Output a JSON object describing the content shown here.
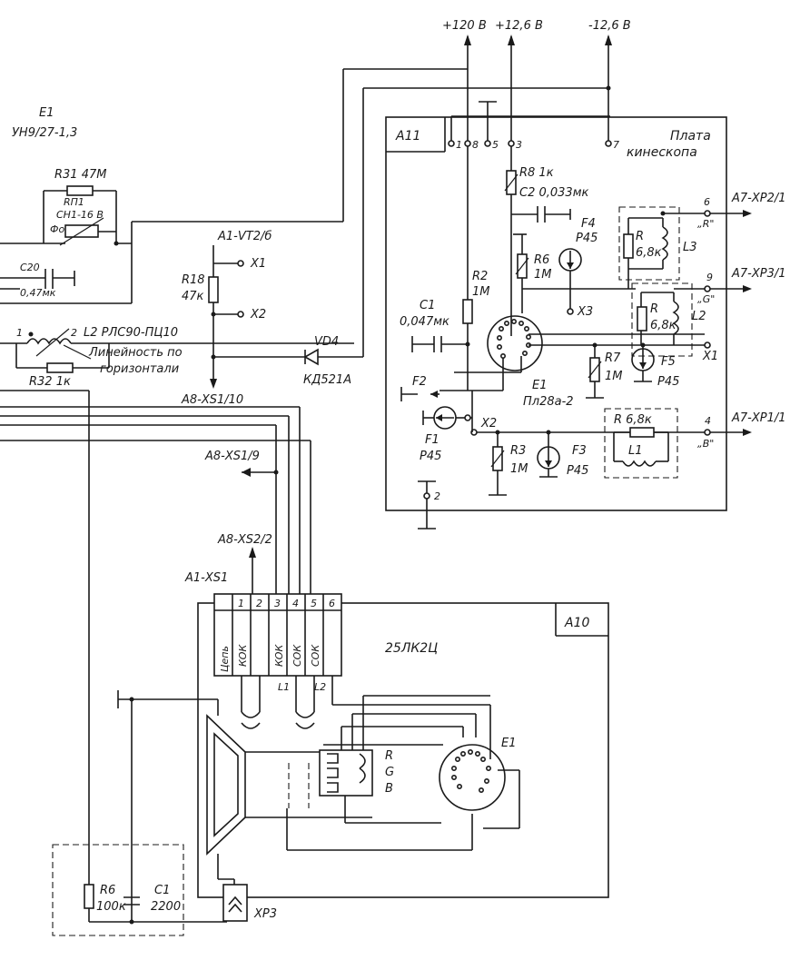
{
  "power": {
    "p120": "+120 В",
    "p12": "+12,6 В",
    "m12": "-12,6 В"
  },
  "left": {
    "e1_name": "E1",
    "e1_type": "УН9/27-1,3",
    "r31": "R31  47М",
    "rp1": "RП1",
    "rp1_type": "СН1-16 В",
    "focus": "Фокус",
    "c20": "С20",
    "c20_val": "0,47мк",
    "l2_pin1": "1",
    "l2_pin2": "2",
    "l2": "L2  РЛС90-ПЦ10",
    "lin1": "Линейность по",
    "lin2": "горизонтали",
    "r32": "R32  1к",
    "a1vt": "А1-VT2/б",
    "x1": "X1",
    "x2": "X2",
    "r18": "R18",
    "r18_val": "47к",
    "a8xs110": "А8-XS1/10",
    "vd4": "VD4",
    "vd4_type": "КД521А",
    "a8xs19": "А8-XS1/9",
    "a8xs22": "А8-XS2/2",
    "a1xs1": "А1-XS1",
    "r6": "R6",
    "r6_val": "100к",
    "c1": "С1",
    "c1_val": "2200",
    "xp3": "XP3"
  },
  "a11": {
    "tag": "А11",
    "title1": "Плата",
    "title2": "кинескопа",
    "pins_top": [
      "1",
      "8",
      "5",
      "3",
      "7"
    ],
    "r8": "R8  1к",
    "c2": "С2  0,033мк",
    "f4": "F4",
    "f4_type": "Р45",
    "r6": "R6",
    "r6_val": "1М",
    "x3": "X3",
    "r2": "R2",
    "r2_val": "1М",
    "c1": "С1",
    "c1_val": "0,047мк",
    "e1": "E1",
    "e1_type": "Пл28а-2",
    "f2": "F2",
    "f1": "F1",
    "f1_type": "Р45",
    "x2": "X2",
    "r3": "R3",
    "r3_val": "1М",
    "f3": "F3",
    "f3_type": "Р45",
    "pin2": "2",
    "r7": "R7",
    "r7_val": "1М",
    "f5": "F5",
    "f5_type": "Р45",
    "x1": "X1",
    "rl3": "R",
    "rl3_val": "6,8к",
    "l3": "L3",
    "rl2": "R",
    "rl2_val": "6,8к",
    "l2": "L2",
    "rl1": "R  6,8к",
    "l1": "L1",
    "out_r_pin": "6",
    "out_r_tag": "„R\"",
    "out_r": "А7-XP2/1",
    "out_g_pin": "9",
    "out_g_tag": "„G\"",
    "out_g": "А7-XP3/1",
    "out_b_pin": "4",
    "out_b_tag": "„B\"",
    "out_b": "А7-XP1/1",
    "x1_right": "X1"
  },
  "a10": {
    "tag": "А10",
    "tube": "25ЛК2Ц",
    "conn_nums": [
      "1",
      "2",
      "3",
      "4",
      "5",
      "6"
    ],
    "conn_labels": [
      "Цепь",
      "КОК",
      "",
      "КОК",
      "СОК",
      "СОК"
    ],
    "l1": "L1",
    "l2": "L2",
    "rgb": [
      "R",
      "G",
      "B"
    ],
    "e1": "E1"
  }
}
